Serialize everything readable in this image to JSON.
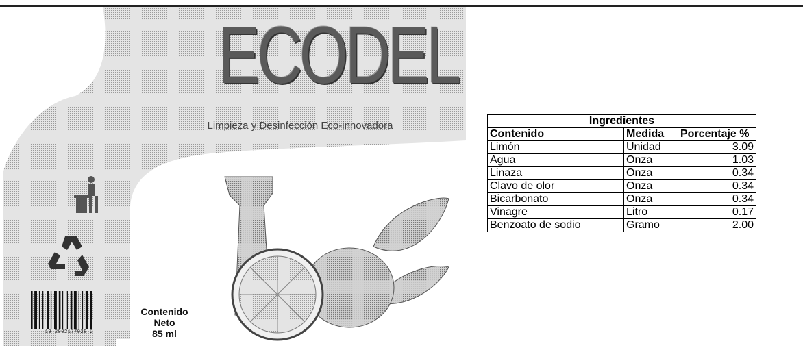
{
  "label": {
    "brand": "ECODEL",
    "tagline": "Limpieza y Desinfección Eco-innovadora",
    "net_content_label": "Contenido Neto",
    "net_content_value": "85 ml",
    "barcode_number": "19 2002177028 2"
  },
  "icons": [
    "trash-bin-icon",
    "recycle-icon",
    "barcode-icon",
    "lemon-glass-illustration"
  ],
  "table": {
    "title": "Ingredientes",
    "headers": [
      "Contenido",
      "Medida",
      "Porcentaje %"
    ],
    "rows": [
      {
        "name": "Limón",
        "unit": "Unidad",
        "pct": "3.09"
      },
      {
        "name": "Agua",
        "unit": "Onza",
        "pct": "1.03"
      },
      {
        "name": "Linaza",
        "unit": "Onza",
        "pct": "0.34"
      },
      {
        "name": "Clavo de olor",
        "unit": "Onza",
        "pct": "0.34"
      },
      {
        "name": "Bicarbonato",
        "unit": "Onza",
        "pct": "0.34"
      },
      {
        "name": "Vinagre",
        "unit": "Litro",
        "pct": "0.17"
      },
      {
        "name": "Benzoato de sodio",
        "unit": "Gramo",
        "pct": "2.00"
      }
    ]
  }
}
